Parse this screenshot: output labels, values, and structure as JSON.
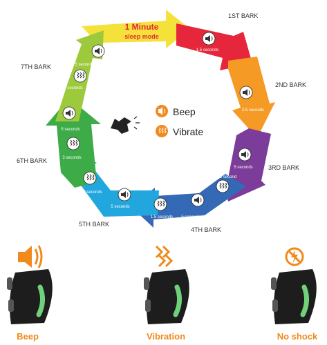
{
  "cycle": {
    "title_line1": "1 Minute",
    "title_line2": "sleep mode",
    "barks": [
      "1ST BARK",
      "2ND BARK",
      "3RD BARK",
      "4TH BARK",
      "5TH BARK",
      "6TH BARK",
      "7TH BARK"
    ],
    "durations": {
      "first": "1.5 seconds",
      "second": "2.5 seconds",
      "third_a": "5 seconds",
      "third_b": "1 second",
      "fourth_a": "5 seconds",
      "fourth_b": "1.5 seconds",
      "fifth_a": "5 seconds",
      "fifth_b": "2 seconds",
      "sixth_a": "5 seconds",
      "sixth_b": "3 seconds",
      "seventh_a": "5 seconds",
      "seventh_b": "4 seconds"
    },
    "colors": {
      "yellow": "#f4e23a",
      "red": "#e6273b",
      "orange": "#f59a25",
      "purple": "#7c3c99",
      "blue": "#3469b6",
      "cyan": "#22a6de",
      "green": "#3dab48",
      "lime": "#9dc93d"
    }
  },
  "legend": {
    "beep_label": "Beep",
    "vibrate_label": "Vibrate",
    "icon_color": "#f08a1c"
  },
  "modes": [
    {
      "label": "Beep",
      "icon": "speaker-icon"
    },
    {
      "label": "Vibration",
      "icon": "vibration-icon"
    },
    {
      "label": "No shock",
      "icon": "no-shock-icon"
    }
  ]
}
